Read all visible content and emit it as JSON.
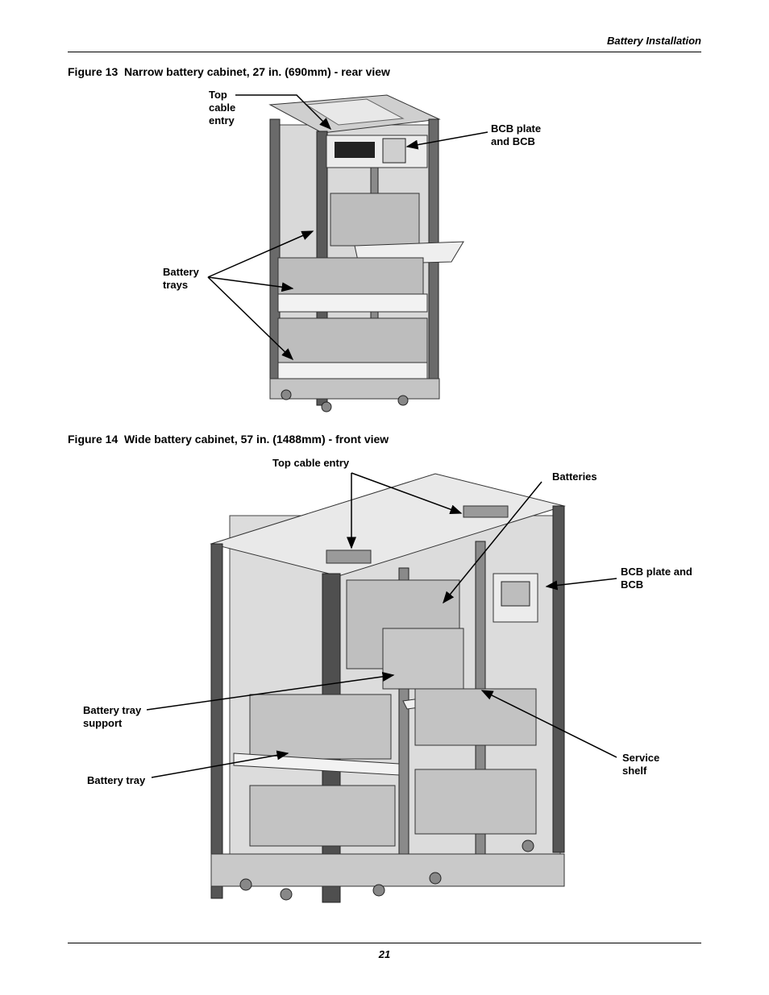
{
  "header": {
    "section_title": "Battery Installation"
  },
  "figure13": {
    "caption": "Figure 13  Narrow battery cabinet, 27 in. (690mm) - rear view",
    "callouts": {
      "top_cable_entry": [
        "Top",
        "cable",
        "entry"
      ],
      "bcb_plate": [
        "BCB plate",
        "and BCB"
      ],
      "battery_trays": [
        "Battery",
        "trays"
      ]
    }
  },
  "figure14": {
    "caption": "Figure 14  Wide battery cabinet, 57 in. (1488mm) - front view",
    "callouts": {
      "top_cable_entry": "Top cable entry",
      "batteries": "Batteries",
      "bcb_plate": [
        "BCB plate and",
        "BCB"
      ],
      "battery_tray_support": [
        "Battery tray",
        "support"
      ],
      "battery_tray": "Battery tray",
      "service_shelf": [
        "Service",
        "shelf"
      ]
    }
  },
  "footer": {
    "page_number": "21"
  }
}
